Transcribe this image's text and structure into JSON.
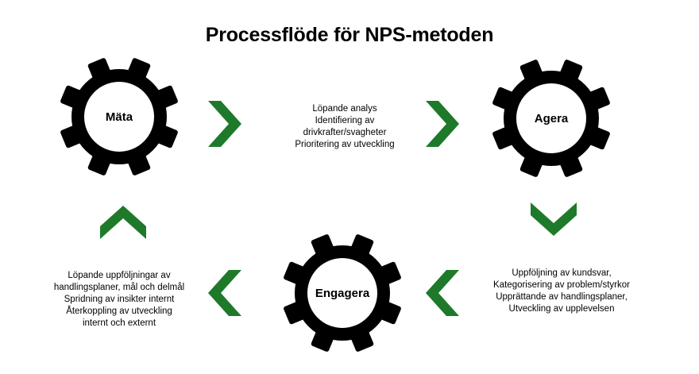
{
  "title": "Processflöde för NPS-metoden",
  "colors": {
    "gear": "#000000",
    "chevron": "#1e7a2a",
    "gear_center": "#ffffff"
  },
  "gears": {
    "mata": "Mäta",
    "agera": "Agera",
    "engagera": "Engagera"
  },
  "descriptions": {
    "top": [
      "Löpande analys",
      "Identifiering av",
      "drivkrafter/svagheter",
      "Prioritering av utveckling"
    ],
    "right": [
      "Uppföljning av kundsvar,",
      "Kategorisering av problem/styrkor",
      "Upprättande av handlingsplaner,",
      "Utveckling av upplevelsen"
    ],
    "left": [
      "Löpande uppföljningar av",
      "handlingsplaner, mål och delmål",
      "Spridning av insikter internt",
      "Återkoppling av utveckling",
      "internt och externt"
    ]
  },
  "icons": {
    "gear": "gear-icon",
    "chevron_right": "chevron-right-icon",
    "chevron_left": "chevron-left-icon",
    "chevron_up": "chevron-up-icon",
    "chevron_down": "chevron-down-icon"
  }
}
